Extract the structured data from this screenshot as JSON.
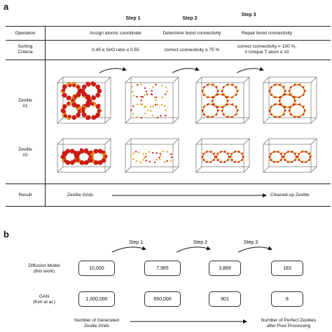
{
  "panel_a": {
    "label": "a",
    "steps": [
      "Step 1",
      "Step 2",
      "Step 3"
    ],
    "operation": {
      "label": "Operation",
      "values": [
        "Assign atomic coordinate",
        "Determine bond connectivity",
        "Repair bond connectivity"
      ]
    },
    "sorting": {
      "label_line1": "Sorting",
      "label_line2": "Criteria",
      "values": [
        "0.45 ≤ Si/O ratio ≤ 0.55",
        "correct connectivity ≥ 75 %",
        "correct connectivity = 100 %,",
        "# Unique T atom ≤ 10"
      ]
    },
    "zeolite1": {
      "line1": "Zeolite",
      "line2": "#1"
    },
    "zeolite2": {
      "line1": "Zeolite",
      "line2": "#2"
    },
    "result": {
      "label": "Result",
      "start": "Zeolite Grids",
      "end": "Cleaned-up Zeolite"
    }
  },
  "panel_b": {
    "label": "b",
    "steps": [
      "Step 1",
      "Step 2",
      "Step 3"
    ],
    "diffusion": {
      "label_line1": "Diffusion Model",
      "label_line2": "(this work)",
      "values": [
        "10,000",
        "7,965",
        "3,869",
        "183"
      ]
    },
    "gan": {
      "label_line1": "GAN",
      "label_line2": "(Kim et al.)",
      "values": [
        "1,000,000",
        "650,000",
        "901",
        "8"
      ]
    },
    "footer": {
      "left_line1": "Number of Generated",
      "left_line2": "Zeolte Grids",
      "right_line1": "Number of Perfect Zeolites",
      "right_line2": "after Post Processing"
    }
  },
  "colors": {
    "oxygen": "#d21a12",
    "silicon": "#e8a317",
    "bond": "#c98a2a"
  }
}
